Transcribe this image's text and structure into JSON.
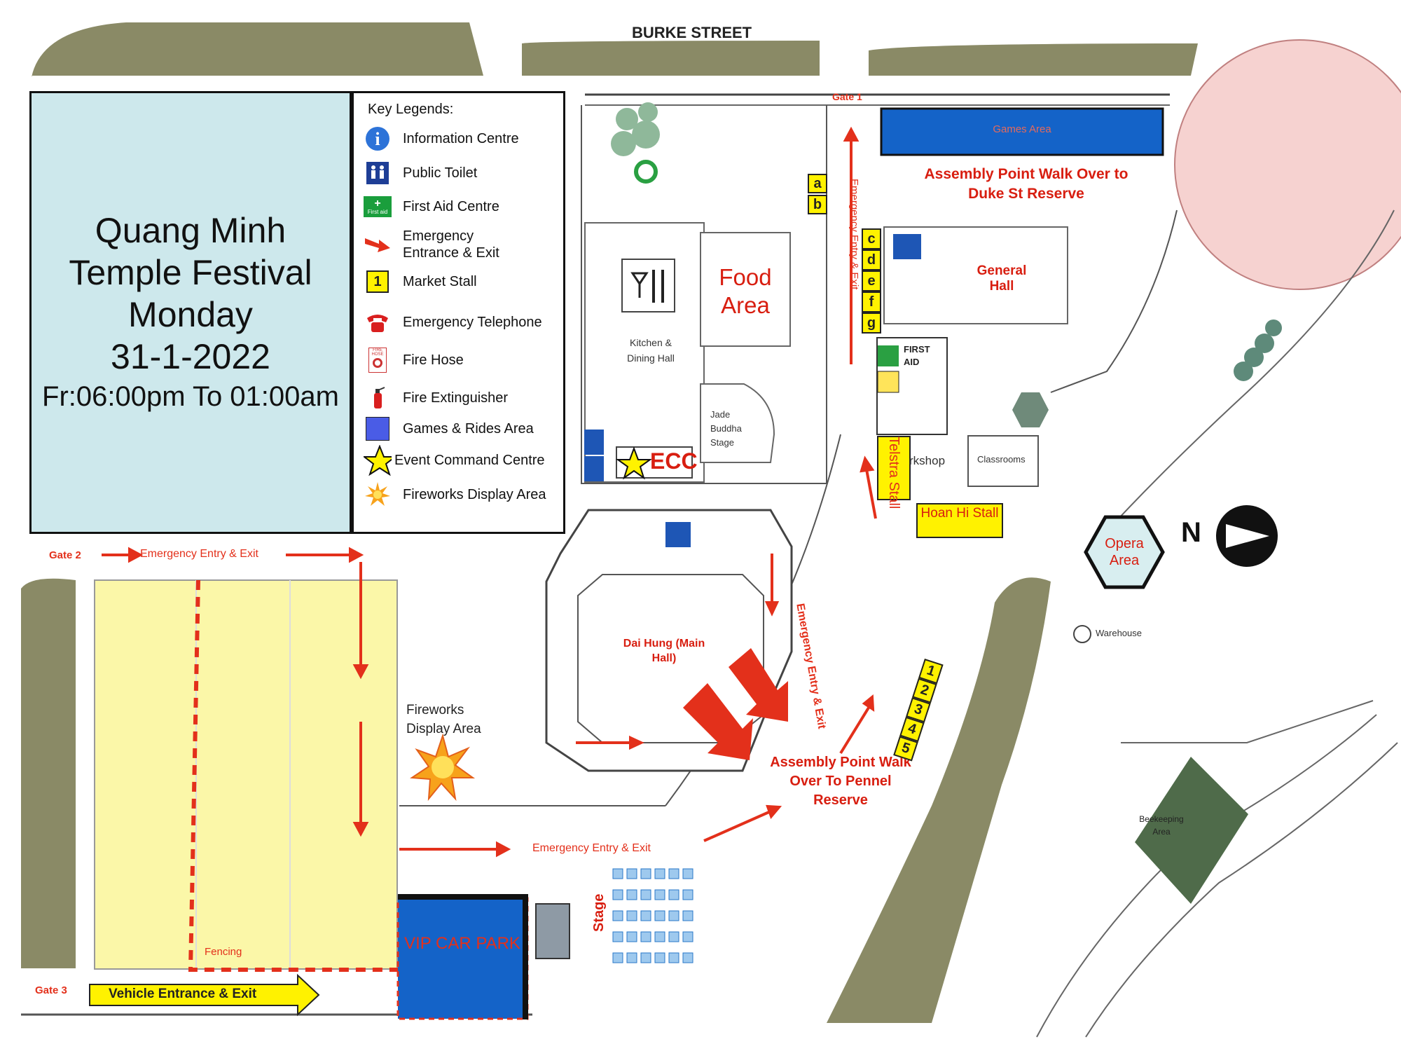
{
  "title": {
    "line1": "Quang Minh",
    "line2": "Temple Festival",
    "line3": "Monday",
    "line4": "31-1-2022",
    "line5": "Fr:06:00pm To 01:00am"
  },
  "legend": {
    "header": "Key Legends:",
    "items": [
      {
        "label": "Information Centre",
        "icon": "info-icon"
      },
      {
        "label": "Public Toilet",
        "icon": "toilet-icon"
      },
      {
        "label": "First Aid Centre",
        "icon": "first-aid-icon"
      },
      {
        "label": "Emergency Entrance & Exit",
        "icon": "red-arrow-icon"
      },
      {
        "label": "Market Stall",
        "icon": "market-stall-icon"
      },
      {
        "label": "Emergency Telephone",
        "icon": "telephone-icon"
      },
      {
        "label": "Fire Hose",
        "icon": "fire-hose-icon"
      },
      {
        "label": "Fire Extinguisher",
        "icon": "fire-extinguisher-icon"
      },
      {
        "label": "Games & Rides Area",
        "icon": "games-area-icon"
      },
      {
        "label": "Event Command Centre",
        "icon": "star-icon"
      },
      {
        "label": "Fireworks Display Area",
        "icon": "fireworks-icon"
      }
    ],
    "icon_text": {
      "first_aid": "First aid",
      "market": "1",
      "fire_hose": "FIRE HOSE"
    }
  },
  "streets": {
    "burke": "BURKE STREET"
  },
  "gates": {
    "gate1": "Gate 1",
    "gate2": "Gate 2",
    "gate3": "Gate 3"
  },
  "labels": {
    "games_area": "Games Area",
    "assembly_duke": "Assembly Point Walk Over to Duke St Reserve",
    "general_hall": "General Hall",
    "food_area": "Food Area",
    "kitchen": "Kitchen & Dining Hall",
    "jade_stage": "Jade Buddha Stage",
    "ecc": "ECC",
    "first_aid_box": "FIRST AID",
    "telstra": "Telstra Stall",
    "workshop": "rkshop",
    "classroom": "Classrooms",
    "hoan_hi": "Hoan Hi Stall",
    "opera": "Opera Area",
    "north": "N",
    "warehouse": "Warehouse",
    "dai_hung": "Dai Hung (Main Hall)",
    "fireworks": "Fireworks Display Area",
    "assembly_pennel": "Assembly Point Walk Over To Pennel Reserve",
    "emergency_right": "Emergency Entry & Exit",
    "emergency_top": "Emergency Entry & Exit",
    "emergency_gate2": "Emergency Entry & Exit",
    "emergency_bottom": "Emergency Entry & Exit",
    "fencing": "Fencing",
    "vip": "VIP CAR PARK",
    "stage": "Stage",
    "vehicle": "Vehicle Entrance & Exit",
    "beekeeping": "Beekeeping Area"
  },
  "stalls": {
    "ab": [
      "a",
      "b"
    ],
    "cdefg": [
      "c",
      "d",
      "e",
      "f",
      "g"
    ],
    "numbers": [
      "1",
      "2",
      "3",
      "4",
      "5"
    ]
  },
  "colors": {
    "accent_red": "#e3301b",
    "games_blue": "#1463c8",
    "yellow": "#fff200",
    "olive": "#8a8a66",
    "carpark": "#fbf7a8"
  }
}
